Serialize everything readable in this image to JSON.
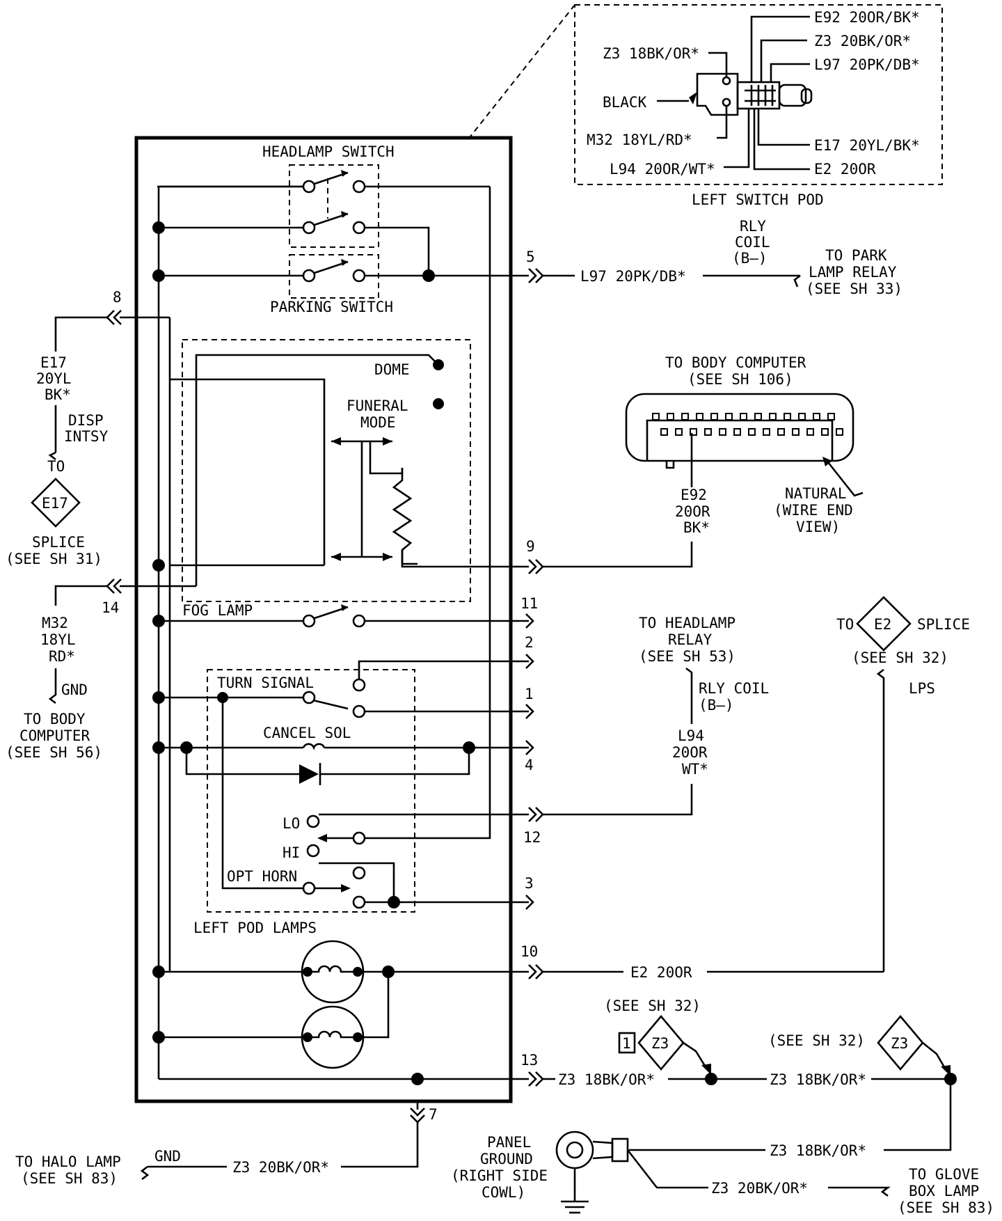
{
  "switch_pod": {
    "title": "LEFT SWITCH POD",
    "left_wires": [
      "Z3 18BK/OR*",
      "BLACK",
      "M32 18YL/RD*",
      "L94 20OR/WT*"
    ],
    "right_wires": [
      "E92 20OR/BK*",
      "Z3 20BK/OR*",
      "L97 20PK/DB*",
      "E17 20YL/BK*",
      "E2 20OR"
    ]
  },
  "module": {
    "headlamp_switch": "HEADLAMP SWITCH",
    "parking_switch": "PARKING SWITCH",
    "dome": "DOME",
    "funeral_mode": [
      "FUNERAL",
      "MODE"
    ],
    "fog_lamp": "FOG LAMP",
    "turn_signal": "TURN SIGNAL",
    "cancel_sol": "CANCEL SOL",
    "lo": "LO",
    "hi": "HI",
    "opt_horn": "OPT HORN",
    "left_pod_lamps": "LEFT POD LAMPS"
  },
  "pins": [
    "5",
    "8",
    "9",
    "14",
    "11",
    "2",
    "1",
    "4",
    "12",
    "3",
    "10",
    "13",
    "7"
  ],
  "park_relay": {
    "wire": "L97 20PK/DB*",
    "coil": [
      "RLY",
      "COIL",
      "(B—)"
    ],
    "dest": [
      "TO PARK",
      "LAMP RELAY",
      "(SEE SH 33)"
    ]
  },
  "body_computer_top": {
    "title": [
      "TO BODY COMPUTER",
      "(SEE SH 106)"
    ],
    "wire": [
      "E92",
      "20OR",
      "BK*"
    ],
    "natural": [
      "NATURAL",
      "(WIRE END",
      "VIEW)"
    ]
  },
  "e17": {
    "wire": [
      "E17",
      "20YL",
      "BK*"
    ],
    "func": [
      "DISP",
      "INTSY"
    ],
    "to": "TO",
    "splice_code": "E17",
    "splice": [
      "SPLICE",
      "(SEE SH 31)"
    ]
  },
  "m32": {
    "wire": [
      "M32",
      "18YL",
      "RD*"
    ],
    "func": "GND",
    "dest": [
      "TO BODY",
      "COMPUTER",
      "(SEE SH 56)"
    ]
  },
  "headlamp_relay": {
    "dest": [
      "TO HEADLAMP",
      "RELAY",
      "(SEE SH 53)"
    ],
    "coil": [
      "RLY COIL",
      "(B—)"
    ],
    "wire": [
      "L94",
      "20OR",
      "WT*"
    ]
  },
  "e2": {
    "to": "TO",
    "code": "E2",
    "splice": "SPLICE",
    "see": "(SEE SH 32)",
    "func": "LPS",
    "wire": "E2 20OR"
  },
  "z3": {
    "wire_13": "Z3 18BK/OR*",
    "see_1": "(SEE SH 32)",
    "box": "1",
    "code": "Z3",
    "wire_mid": "Z3 18BK/OR*",
    "see_2": "(SEE SH 32)",
    "wire_ground": "Z3 18BK/OR*",
    "wire_glove": "Z3 20BK/OR*",
    "glove": [
      "TO GLOVE",
      "BOX LAMP",
      "(SEE SH 83)"
    ],
    "ground": [
      "PANEL",
      "GROUND",
      "(RIGHT SIDE",
      "COWL)"
    ]
  },
  "halo": {
    "dest": [
      "TO HALO LAMP",
      "(SEE SH 83)"
    ],
    "func": "GND",
    "wire": "Z3 20BK/OR*"
  }
}
